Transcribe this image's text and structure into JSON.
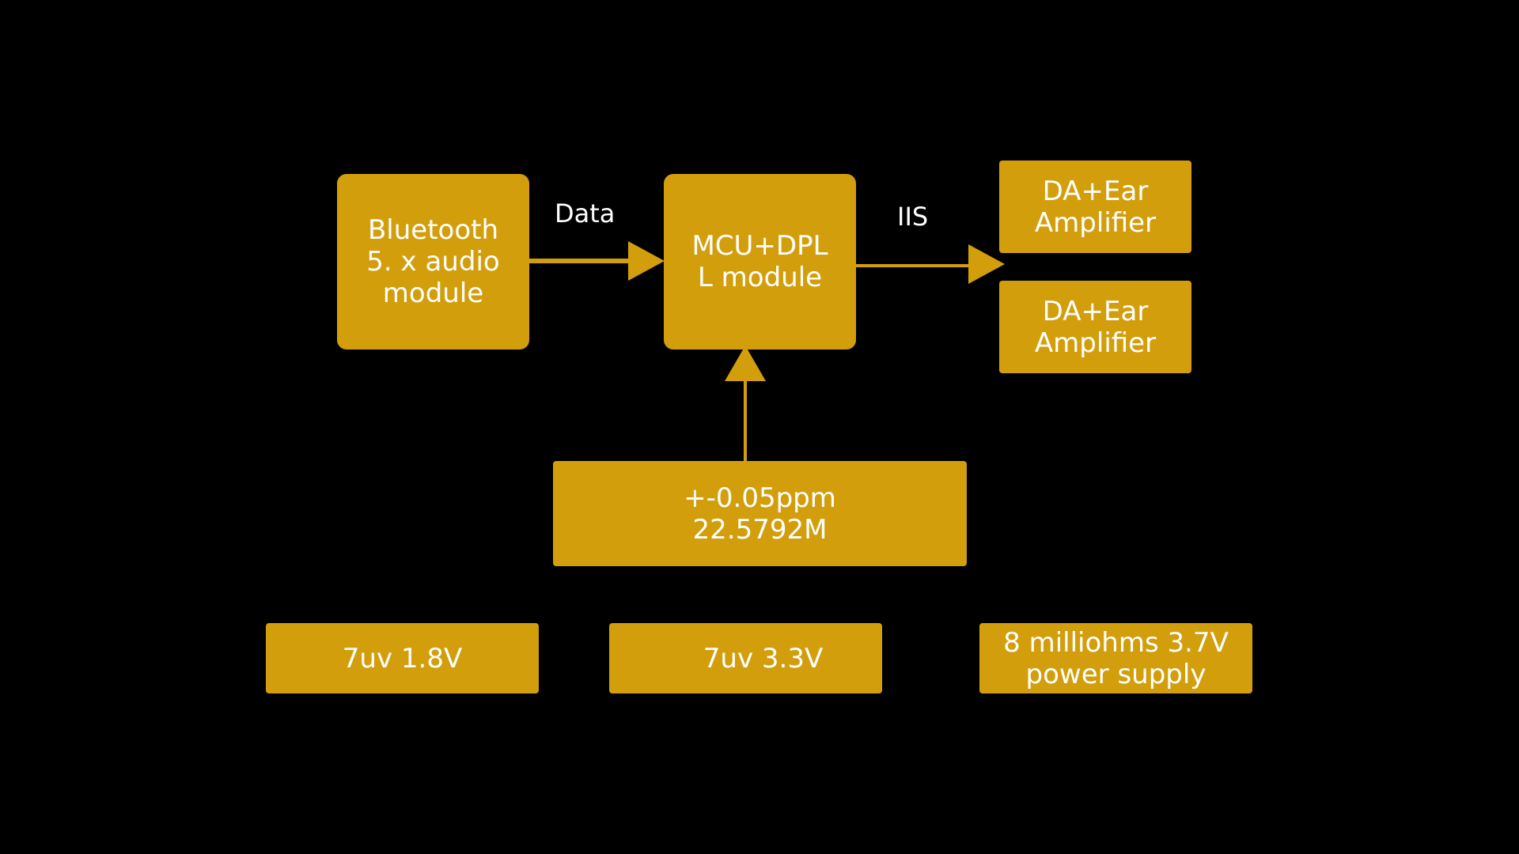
{
  "colors": {
    "background": "#000000",
    "box_fill": "#D39E0C",
    "text": "#FFFFFF"
  },
  "nodes": {
    "bluetooth": "Bluetooth\n5. x audio\nmodule",
    "mcu": "MCU+DPL\nL module",
    "da_amp_1": "DA+Ear\nAmplifier",
    "da_amp_2": "DA+Ear\nAmplifier",
    "oscillator": "+-0.05ppm\n22.5792M",
    "power_1v8": "7uv 1.8V",
    "power_3v3": "7uv 3.3V",
    "power_supply": "8 milliohms 3.7V\npower supply"
  },
  "edges": {
    "bluetooth_to_mcu": "Data",
    "mcu_to_amps": "IIS"
  }
}
